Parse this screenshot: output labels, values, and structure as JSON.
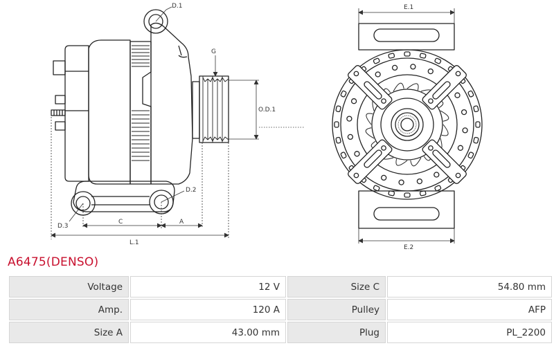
{
  "product": {
    "title": "A6475(DENSO)"
  },
  "dimension_labels": {
    "d1": "D.1",
    "d2": "D.2",
    "d3": "D.3",
    "g": "G",
    "od1": "O.D.1",
    "c": "C",
    "a": "A",
    "l1": "L.1",
    "e1": "E.1",
    "e2": "E.2"
  },
  "specs": [
    {
      "label1": "Voltage",
      "value1": "12 V",
      "label2": "Size C",
      "value2": "54.80 mm"
    },
    {
      "label1": "Amp.",
      "value1": "120 A",
      "label2": "Pulley",
      "value2": "AFP"
    },
    {
      "label1": "Size A",
      "value1": "43.00 mm",
      "label2": "Plug",
      "value2": "PL_2200"
    }
  ]
}
